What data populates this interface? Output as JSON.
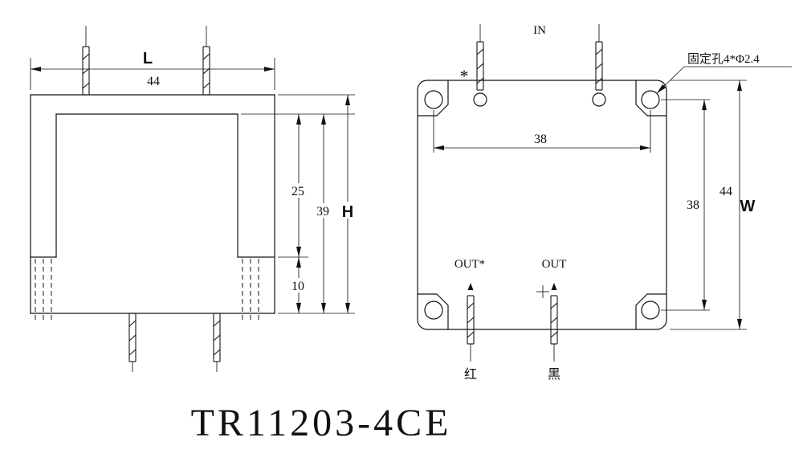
{
  "title": "TR11203-4CE",
  "front_view": {
    "dim_width_letter": "L",
    "dim_width_value": "44",
    "dim_upper": "25",
    "dim_inner_height": "39",
    "dim_height_letter": "H",
    "dim_lower": "10"
  },
  "top_view": {
    "in_label": "IN",
    "polarity_star": "*",
    "mounting_hole_note": "固定孔4*Φ2.4",
    "dim_hole_spacing_h": "38",
    "dim_hole_spacing_v": "38",
    "dim_depth_value": "44",
    "dim_depth_letter": "W",
    "out_primary_label": "OUT*",
    "out_secondary_label": "OUT",
    "wire_red_label": "红",
    "wire_black_label": "黑"
  }
}
